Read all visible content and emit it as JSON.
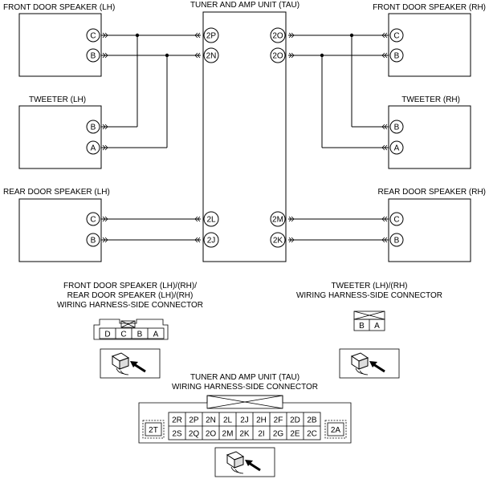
{
  "components": {
    "tau": "TUNER AND AMP UNIT (TAU)",
    "front_lh": "FRONT DOOR SPEAKER (LH)",
    "front_rh": "FRONT DOOR SPEAKER (RH)",
    "tweeter_lh": "TWEETER (LH)",
    "tweeter_rh": "TWEETER (RH)",
    "rear_lh": "REAR DOOR SPEAKER (LH)",
    "rear_rh": "REAR DOOR SPEAKER (RH)"
  },
  "pins": {
    "front_lh": [
      "C",
      "B"
    ],
    "front_rh": [
      "C",
      "B"
    ],
    "tweeter_lh": [
      "B",
      "A"
    ],
    "tweeter_rh": [
      "B",
      "A"
    ],
    "rear_lh": [
      "C",
      "B"
    ],
    "rear_rh": [
      "C",
      "B"
    ],
    "tau_left": [
      "2P",
      "2N",
      "2L",
      "2J"
    ],
    "tau_right": [
      "2O",
      "2O",
      "2M",
      "2K"
    ]
  },
  "connectors": {
    "speaker": {
      "title": [
        "FRONT DOOR SPEAKER (LH)/(RH)/",
        "REAR DOOR SPEAKER (LH)/(RH)",
        "WIRING HARNESS-SIDE CONNECTOR"
      ],
      "cells": [
        "D",
        "C",
        "B",
        "A"
      ]
    },
    "tweeter": {
      "title": [
        "TWEETER (LH)/(RH)",
        "WIRING HARNESS-SIDE CONNECTOR"
      ],
      "cells": [
        "B",
        "A"
      ]
    },
    "tau": {
      "title": [
        "TUNER AND AMP UNIT (TAU)",
        "WIRING HARNESS-SIDE CONNECTOR"
      ],
      "row1": [
        "2R",
        "2P",
        "2N",
        "2L",
        "2J",
        "2H",
        "2F",
        "2D",
        "2B"
      ],
      "row2": [
        "2S",
        "2Q",
        "2O",
        "2M",
        "2K",
        "2I",
        "2G",
        "2E",
        "2C"
      ],
      "left_end": "2T",
      "right_end": "2A"
    }
  },
  "icons": [
    "connector-view-icon",
    "connector-view-icon",
    "connector-view-icon"
  ]
}
